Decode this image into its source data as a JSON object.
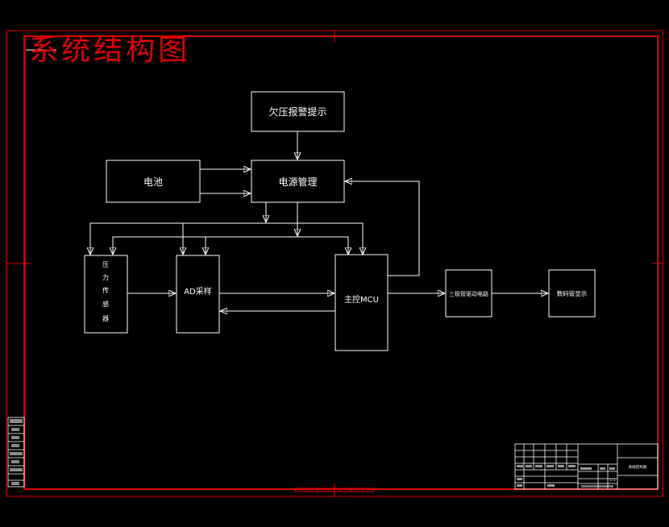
{
  "title": "系统结构图",
  "colors": {
    "frame": "#e00000",
    "lines": "#ffffff",
    "background": "#000000"
  },
  "blocks": {
    "undervoltage": "欠压报警提示",
    "battery": "电池",
    "power": "电源管理",
    "sensor": [
      "压",
      "力",
      "传",
      "感",
      "器"
    ],
    "adc": "AD采样",
    "mcu": "主控MCU",
    "driver": "三极管驱动电路",
    "display": "数码管显示"
  },
  "title_block": {
    "drawing_name": "系统结构图",
    "ratio": "1:1"
  }
}
